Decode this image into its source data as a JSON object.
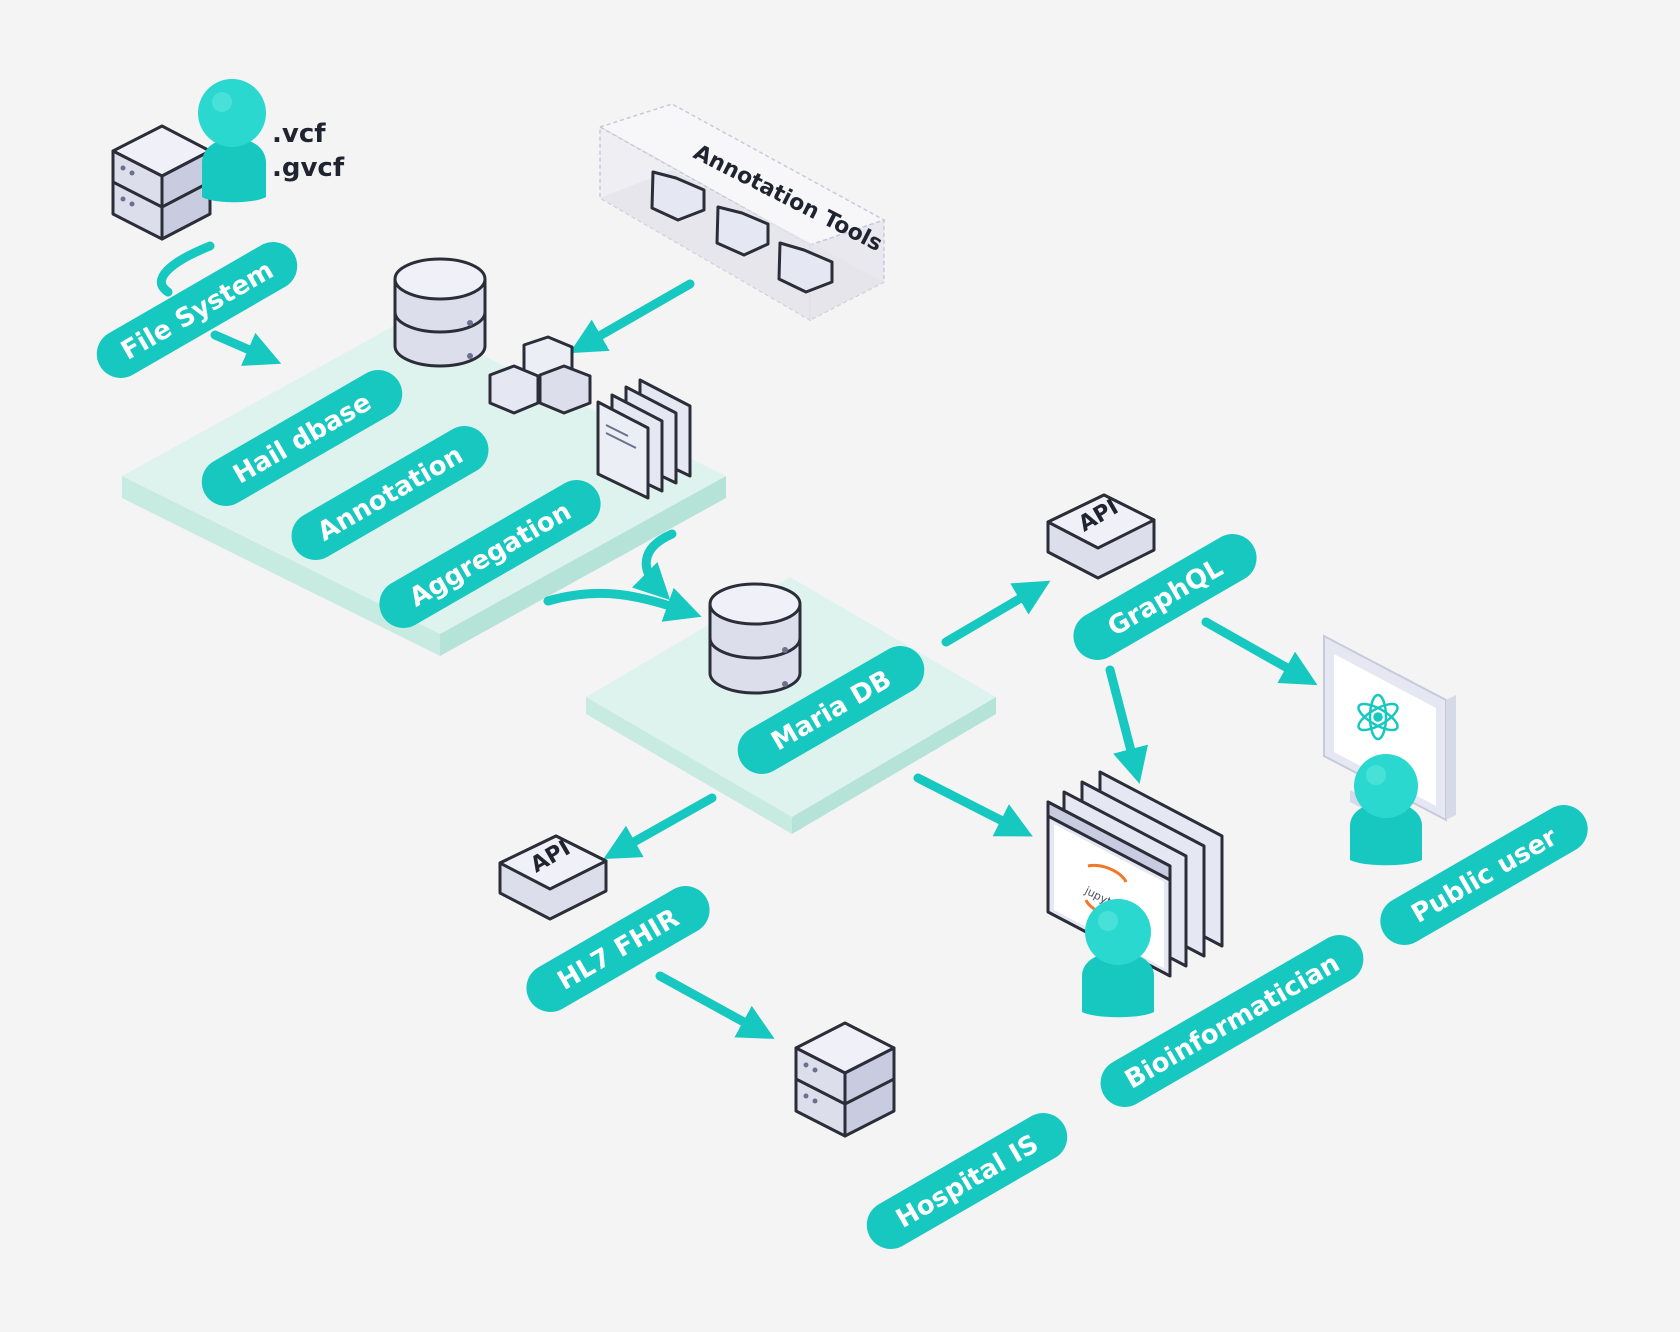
{
  "file_types": [
    ".vcf",
    ".gvcf"
  ],
  "annotation_tools_label": "Annotation Tools",
  "labels": {
    "file_system": "File System",
    "hail_dbase": "Hail dbase",
    "annotation": "Annotation",
    "aggregation": "Aggregation",
    "maria_db": "Maria DB",
    "graphql": "GraphQL",
    "hl7_fhir": "HL7 FHIR",
    "hospital_is": "Hospital IS",
    "bioinformatician": "Bioinformatician",
    "public_user": "Public user"
  },
  "api_label": "API",
  "jupyter_logo_text": "jupyter",
  "colors": {
    "accent": "#16c8c0",
    "platform": "#dff3ee",
    "platform_edge": "#b6e3d8",
    "box_fill": "#e5e7f2",
    "box_outline": "#2b2e38",
    "background": "#f4f4f5"
  }
}
